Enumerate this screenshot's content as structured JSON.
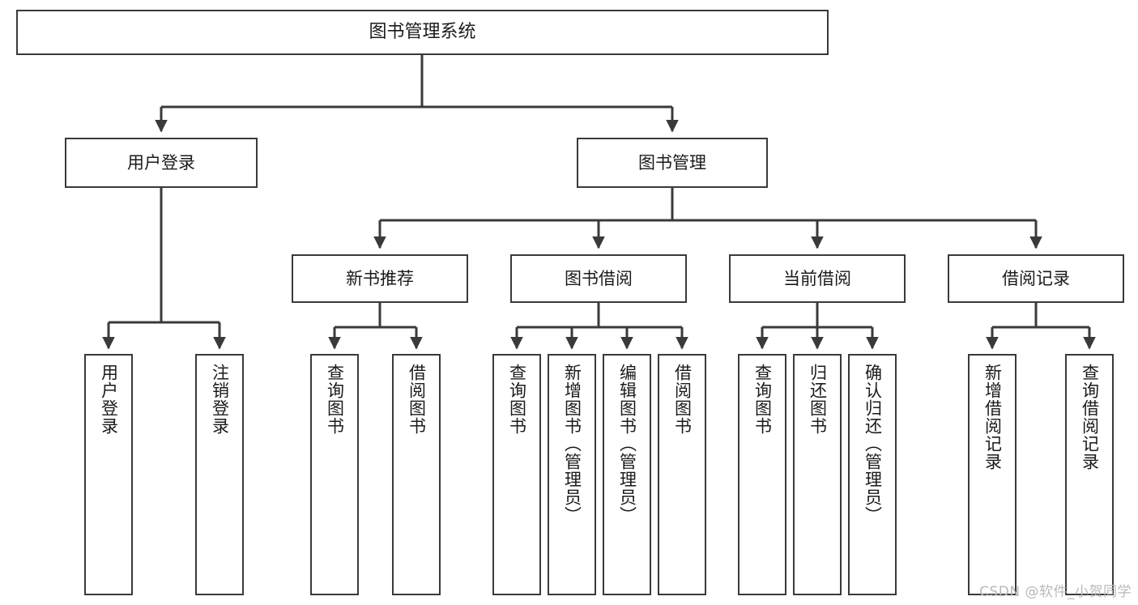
{
  "diagram": {
    "title": "图书管理系统",
    "type": "tree-hierarchy-chart",
    "watermark": "CSDN @软件_小贺同学",
    "colors": {
      "box_border": "#3a3a3a",
      "box_fill": "#ffffff",
      "edge": "#3a3a3a",
      "text": "#1b1b1b",
      "watermark": "#b9b9b9",
      "background": "#ffffff"
    },
    "nodes": {
      "root": {
        "label": "图书管理系统"
      },
      "level2": [
        {
          "id": "user-login",
          "label": "用户登录"
        },
        {
          "id": "book-management",
          "label": "图书管理"
        }
      ],
      "level3": [
        {
          "id": "new-book-recommend",
          "label": "新书推荐"
        },
        {
          "id": "book-borrow",
          "label": "图书借阅"
        },
        {
          "id": "current-borrow",
          "label": "当前借阅"
        },
        {
          "id": "borrow-record",
          "label": "借阅记录"
        }
      ],
      "leaves": {
        "user-login": [
          {
            "id": "leaf-user-login",
            "label": "用户登录"
          },
          {
            "id": "leaf-logout-login",
            "label": "注销登录"
          }
        ],
        "new-book-recommend": [
          {
            "id": "leaf-query-book-1",
            "label": "查询图书"
          },
          {
            "id": "leaf-borrow-book-1",
            "label": "借阅图书"
          }
        ],
        "book-borrow": [
          {
            "id": "leaf-query-book-2",
            "label": "查询图书"
          },
          {
            "id": "leaf-add-book",
            "label": "新增图书（管理员）"
          },
          {
            "id": "leaf-edit-book",
            "label": "编辑图书（管理员）"
          },
          {
            "id": "leaf-borrow-book-2",
            "label": "借阅图书"
          }
        ],
        "current-borrow": [
          {
            "id": "leaf-query-book-3",
            "label": "查询图书"
          },
          {
            "id": "leaf-return-book",
            "label": "归还图书"
          },
          {
            "id": "leaf-confirm-return",
            "label": "确认归还（管理员）"
          }
        ],
        "borrow-record": [
          {
            "id": "leaf-add-record",
            "label": "新增借阅记录"
          },
          {
            "id": "leaf-query-record",
            "label": "查询借阅记录"
          }
        ]
      }
    }
  }
}
